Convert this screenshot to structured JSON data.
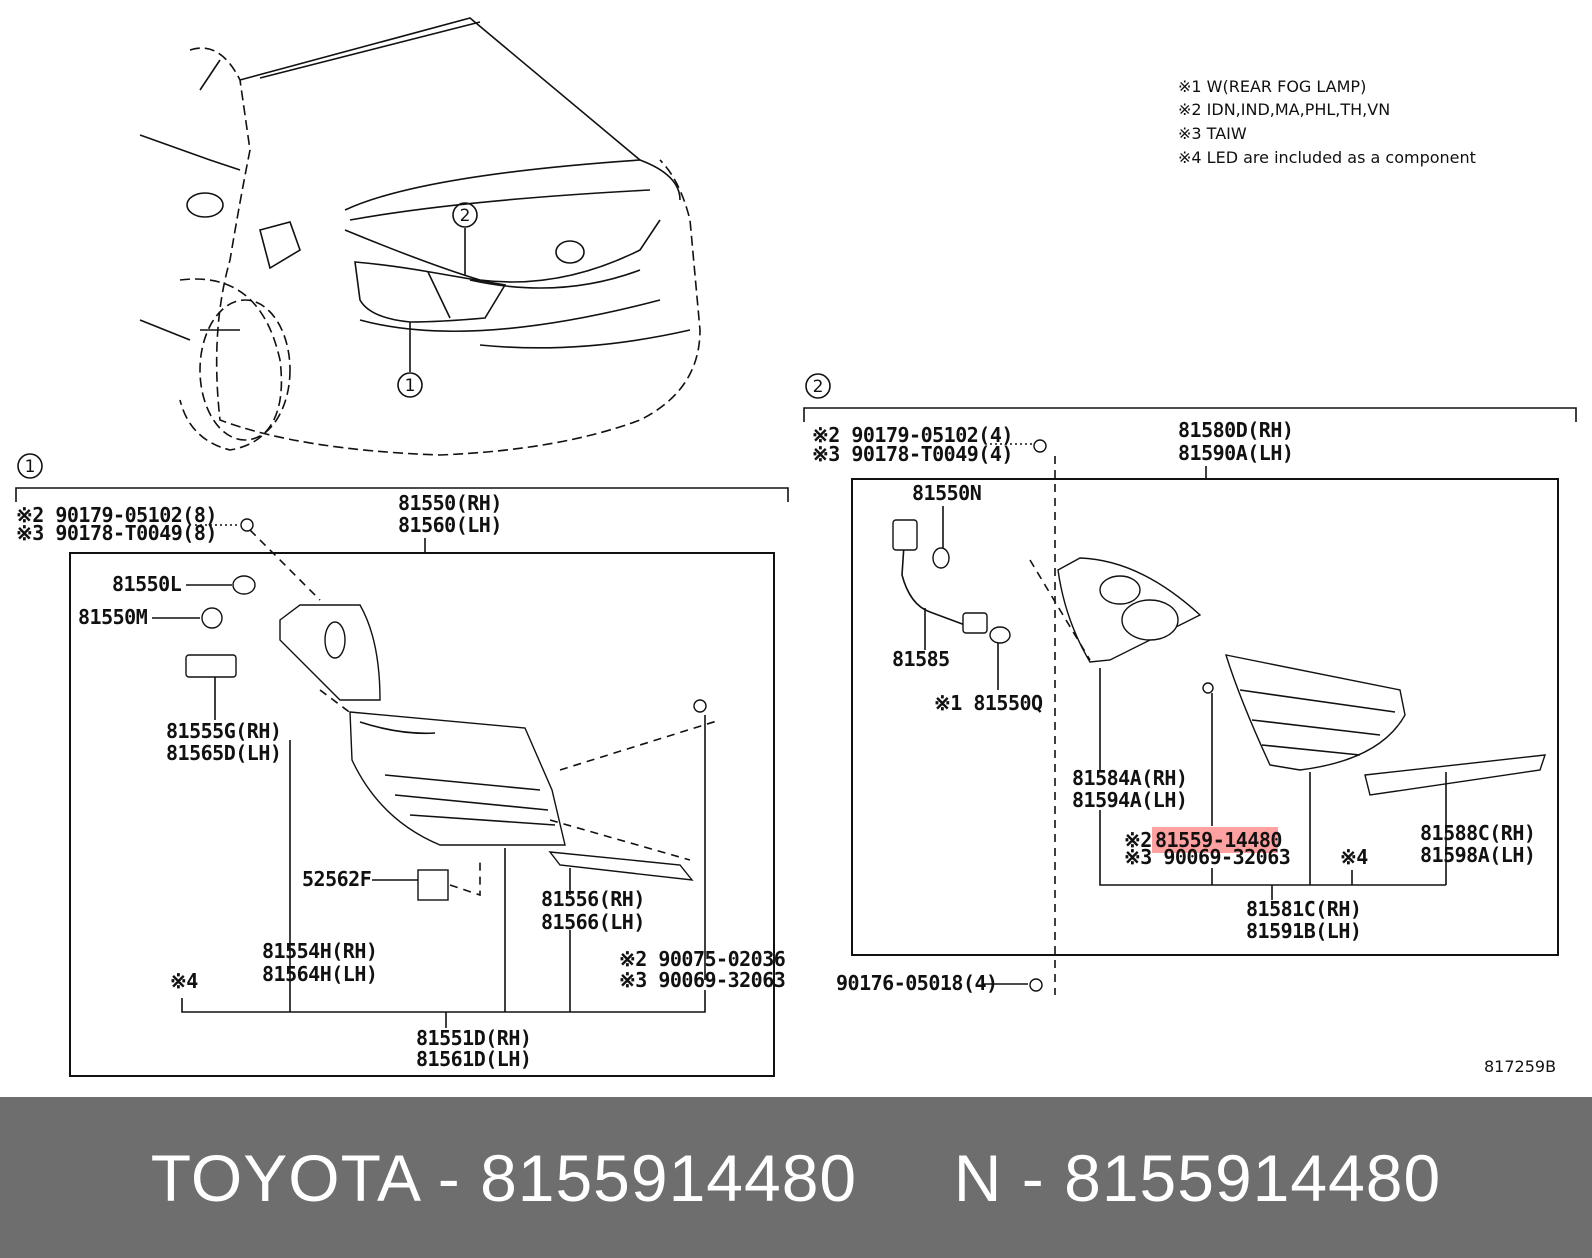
{
  "notes": [
    "※1 W(REAR FOG LAMP)",
    "※2 IDN,IND,MA,PHL,TH,VN",
    "※3 TAIW",
    "※4 LED are included as a component"
  ],
  "callouts": {
    "one": "1",
    "two": "2"
  },
  "section1": {
    "marker": "①",
    "bolt_a": "※2 90179-05102(8)",
    "bolt_b": "※3 90178-T0049(8)",
    "assy_rh": "81550(RH)",
    "assy_lh": "81560(LH)",
    "bulb_l": "81550L",
    "bulb_m": "81550M",
    "socket_rh": "81555G(RH)",
    "socket_lh": "81565D(LH)",
    "clip": "52562F",
    "gasket_rh": "81554H(RH)",
    "gasket_lh": "81564H(LH)",
    "lens_rh": "81556(RH)",
    "lens_lh": "81566(LH)",
    "screw_a": "※2 90075-02036",
    "screw_b": "※3 90069-32063",
    "note4": "※4",
    "sub_rh": "81551D(RH)",
    "sub_lh": "81561D(LH)"
  },
  "section2": {
    "marker": "②",
    "bolt_a": "※2 90179-05102(4)",
    "bolt_b": "※3 90178-T0049(4)",
    "assy_rh": "81580D(RH)",
    "assy_lh": "81590A(LH)",
    "bulb_n": "81550N",
    "wire": "81585",
    "bulb_q": "※1 81550Q",
    "gasket_rh": "81584A(RH)",
    "gasket_lh": "81594A(LH)",
    "screw_a_prefix": "※2",
    "screw_a_part": "81559-14480",
    "screw_b": "※3 90069-32063",
    "note4": "※4",
    "lens_rh": "81588C(RH)",
    "lens_lh": "81598A(LH)",
    "sub_rh": "81581C(RH)",
    "sub_lh": "81591B(LH)",
    "nut": "90176-05018(4)"
  },
  "diagram_code": "817259B",
  "footer": {
    "brand": "TOYOTA",
    "part_number": "8155914480",
    "alt_prefix": "N",
    "alt_part_number": "8155914480",
    "text": "TOYOTA - 8155914480     N - 8155914480"
  },
  "colors": {
    "highlight": "#ff8a8a",
    "footer_bg": "#6e6e6e",
    "footer_text": "#ffffff"
  }
}
